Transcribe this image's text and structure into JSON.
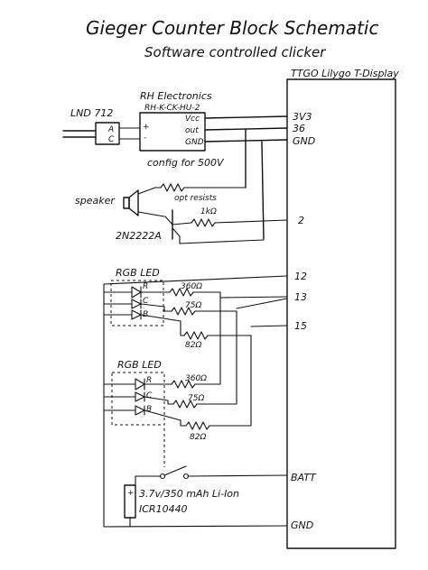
{
  "title": "Gieger Counter Block Schematic",
  "subtitle": "Software controlled clicker",
  "board": {
    "name": "TTGO Lilygo T-Display",
    "pins": {
      "p3v3": "3V3",
      "p36": "36",
      "gnd_top": "GND",
      "p2": "2",
      "p12": "12",
      "p13": "13",
      "p15": "15",
      "batt": "BATT",
      "gnd_bottom": "GND"
    }
  },
  "tube": {
    "name": "LND 712",
    "pin_a": "A",
    "pin_c": "C"
  },
  "hv_module": {
    "vendor": "RH Electronics",
    "part": "RH-K-CK-HU-2",
    "pin_plus": "+",
    "pin_minus": "-",
    "pin_vcc": "Vcc",
    "pin_out": "out",
    "pin_gnd": "GND",
    "note": "config for 500V"
  },
  "speaker": {
    "label": "speaker",
    "resistor_note": "opt resists"
  },
  "transistor": {
    "label": "2N2222A",
    "resistor": "1kΩ"
  },
  "led1": {
    "label": "RGB LED",
    "r": "R",
    "c": "C",
    "b": "B",
    "res_r": "360Ω",
    "res_g": "75Ω",
    "res_b": "82Ω"
  },
  "led2": {
    "label": "RGB LED",
    "r": "R",
    "c": "C",
    "b": "B",
    "res_r": "360Ω",
    "res_g": "75Ω",
    "res_b": "82Ω"
  },
  "battery": {
    "plus": "+",
    "label": "3.7v/350 mAh Li-Ion",
    "part": "ICR10440"
  }
}
